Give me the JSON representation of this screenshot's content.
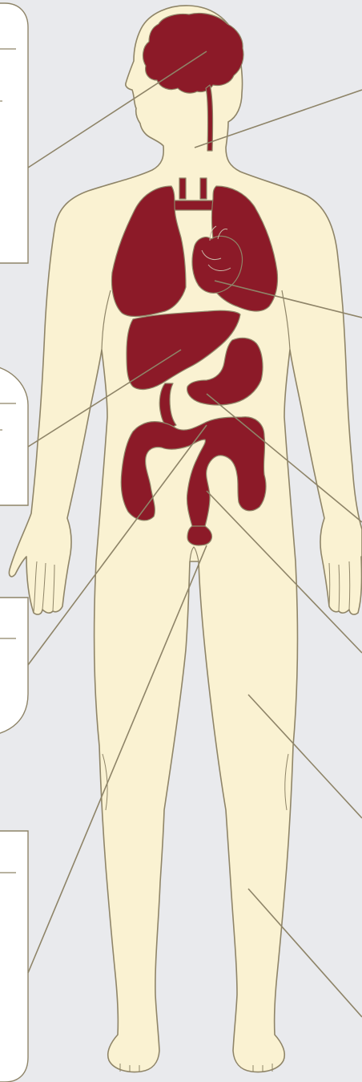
{
  "colors": {
    "background": "#e9eaed",
    "skin": "#faf2d2",
    "outline": "#8f8568",
    "organ": "#8c1a28",
    "leader_line": "#8e8468",
    "panel_fill": "#ffffff",
    "panel_border": "#8e8468"
  },
  "panels": [
    {
      "name": "panel-1",
      "side": "left",
      "text": ""
    },
    {
      "name": "panel-2",
      "side": "left",
      "text": ""
    },
    {
      "name": "panel-3",
      "side": "left",
      "text": ""
    },
    {
      "name": "panel-4",
      "side": "left",
      "text": ""
    }
  ],
  "organs": [
    "brain",
    "spinal-cord",
    "lungs",
    "heart",
    "liver",
    "stomach",
    "small-intestine",
    "large-intestine",
    "rectum"
  ]
}
